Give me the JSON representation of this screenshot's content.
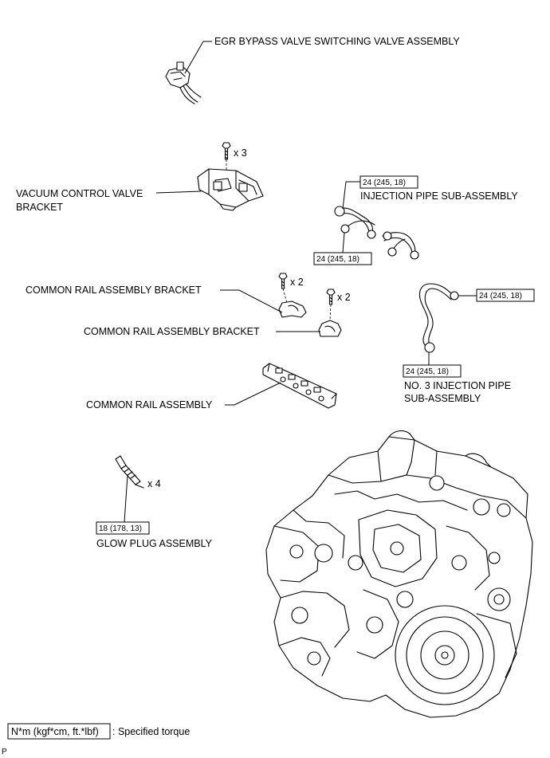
{
  "labels": {
    "egr": "EGR BYPASS VALVE SWITCHING VALVE ASSEMBLY",
    "vacuum_1": "VACUUM CONTROL VALVE",
    "vacuum_2": "BRACKET",
    "injection_pipe": "INJECTION PIPE SUB-ASSEMBLY",
    "crab_1": "COMMON RAIL ASSEMBLY BRACKET",
    "crab_2": "COMMON RAIL ASSEMBLY BRACKET",
    "no3_1": "NO. 3 INJECTION PIPE",
    "no3_2": "SUB-ASSEMBLY",
    "common_rail": "COMMON RAIL ASSEMBLY",
    "glow_plug": "GLOW PLUG ASSEMBLY"
  },
  "quantities": {
    "bolt_vacuum": "x 3",
    "bolt_crab_1": "x 2",
    "bolt_crab_2": "x 2",
    "glow_plug": "x 4"
  },
  "torques": {
    "injection_top": "24 (245, 18)",
    "injection_bottom": "24 (245, 18)",
    "no3_right": "24 (245, 18)",
    "no3_bottom": "24 (245, 18)",
    "glow_plug": "18 (178, 13)"
  },
  "legend": {
    "unit": "N*m (kgf*cm, ft.*lbf)",
    "text": ": Specified torque"
  },
  "corner_mark": "P"
}
